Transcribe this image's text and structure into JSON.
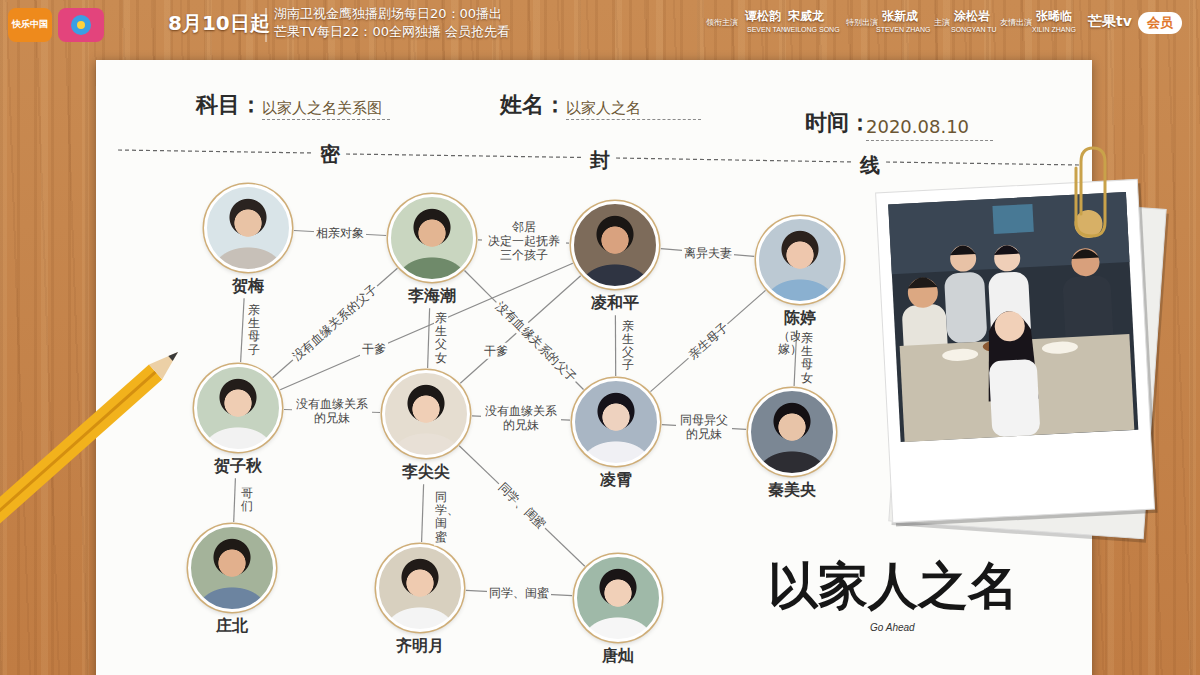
{
  "diagram": {
    "nodes": [
      {
        "text": [
          "贺梅"
        ]
      },
      {
        "text": [
          "李海潮"
        ]
      },
      {
        "text": [
          "凌和平"
        ]
      },
      {
        "text": [
          "陈婷"
        ]
      },
      {
        "text": [
          "贺子秋"
        ]
      },
      {
        "text": [
          "李尖尖"
        ]
      },
      {
        "text": [
          "凌霄"
        ]
      },
      {
        "text": [
          "秦美央"
        ]
      },
      {
        "text": [
          "庄北"
        ]
      },
      {
        "text": [
          "齐明月"
        ]
      },
      {
        "text": [
          "唐灿"
        ]
      }
    ],
    "edges": [
      {
        "from": 0,
        "to": 1,
        "arrow": "none",
        "label": "相亲对象"
      },
      {
        "from": 1,
        "to": 2,
        "arrow": "none",
        "label": "邻居 决定一起抚养 三个孩子"
      },
      {
        "from": 2,
        "to": 3,
        "arrow": "none",
        "label": "离异夫妻"
      },
      {
        "from": 0,
        "to": 4,
        "arrow": "none",
        "label": "亲生母子"
      },
      {
        "from": 1,
        "to": 4,
        "arrow": "none",
        "label": "没有血缘关系的父子"
      },
      {
        "from": 1,
        "to": 5,
        "arrow": "none",
        "label": "亲生父女"
      },
      {
        "from": 2,
        "to": 4,
        "arrow": "none",
        "label": "干爹"
      },
      {
        "from": 2,
        "to": 5,
        "arrow": "none",
        "label": "干爹"
      },
      {
        "from": 1,
        "to": 6,
        "arrow": "none",
        "label": "没有血缘关系的父子"
      },
      {
        "from": 2,
        "to": 6,
        "arrow": "none",
        "label": "亲生父子"
      },
      {
        "from": 3,
        "to": 6,
        "arrow": "none",
        "label": "亲生母子"
      },
      {
        "from": 3,
        "to": 7,
        "arrow": "none",
        "label": "亲生母女"
      },
      {
        "from": 4,
        "to": 5,
        "arrow": "none",
        "label": "没有血缘关系 的兄妹"
      },
      {
        "from": 5,
        "to": 6,
        "arrow": "none",
        "label": "没有血缘关系 的兄妹"
      },
      {
        "from": 6,
        "to": 7,
        "arrow": "none",
        "label": "同母异父 的兄妹"
      },
      {
        "from": 4,
        "to": 8,
        "arrow": "none",
        "label": "哥们"
      },
      {
        "from": 5,
        "to": 9,
        "arrow": "none",
        "label": "同学、闺蜜"
      },
      {
        "from": 5,
        "to": 10,
        "arrow": "none",
        "label": "同学、闺蜜"
      },
      {
        "from": 9,
        "to": 10,
        "arrow": "none",
        "label": "同学、闺蜜"
      }
    ],
    "labels": [
      "快乐中国",
      "8月10日起",
      "湖南卫视金鹰独播剧场每日20：00播出",
      "芒果TV每日22：00全网独播 会员抢先看",
      "领衔主演",
      "谭松韵",
      "SEVEN TAN",
      "宋威龙",
      "WEILONG SONG",
      "特别出演",
      "张新成",
      "STEVEN ZHANG",
      "主演",
      "涂松岩",
      "SONGYAN TU",
      "友情出演",
      "张晞临",
      "XILIN ZHANG",
      "芒果tv",
      "会员",
      "科目：",
      "以家人之名关系图",
      "姓名：",
      "以家人之名",
      "时间：",
      "2020.08.10",
      "密",
      "封",
      "线",
      "（改嫁）",
      "以家人之名",
      "Go Ahead"
    ]
  }
}
